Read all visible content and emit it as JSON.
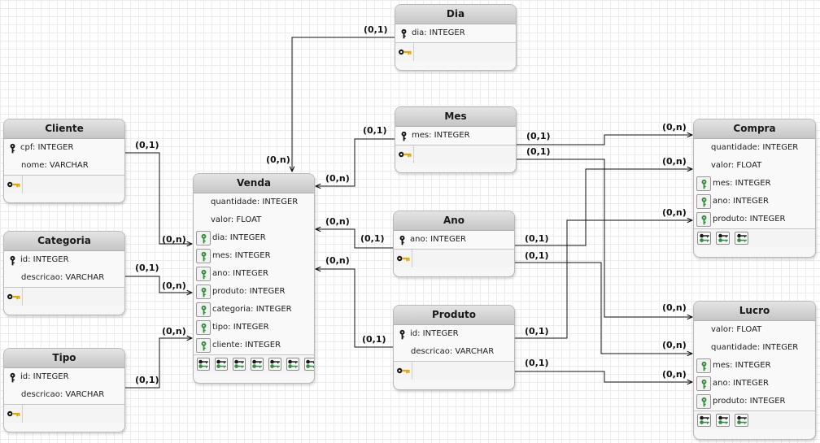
{
  "entities": {
    "dia": {
      "title": "Dia",
      "fields": [
        {
          "label": "dia: INTEGER",
          "key": "pk"
        }
      ]
    },
    "mes": {
      "title": "Mes",
      "fields": [
        {
          "label": "mes: INTEGER",
          "key": "pk"
        }
      ]
    },
    "ano": {
      "title": "Ano",
      "fields": [
        {
          "label": "ano: INTEGER",
          "key": "pk"
        }
      ]
    },
    "produto": {
      "title": "Produto",
      "fields": [
        {
          "label": "id: INTEGER",
          "key": "pk"
        },
        {
          "label": "descricao: VARCHAR",
          "key": "none"
        }
      ]
    },
    "cliente": {
      "title": "Cliente",
      "fields": [
        {
          "label": "cpf: INTEGER",
          "key": "pk"
        },
        {
          "label": "nome: VARCHAR",
          "key": "none"
        }
      ]
    },
    "categoria": {
      "title": "Categoria",
      "fields": [
        {
          "label": "id: INTEGER",
          "key": "pk"
        },
        {
          "label": "descricao: VARCHAR",
          "key": "none"
        }
      ]
    },
    "tipo": {
      "title": "Tipo",
      "fields": [
        {
          "label": "id: INTEGER",
          "key": "pk"
        },
        {
          "label": "descricao: VARCHAR",
          "key": "none"
        }
      ]
    },
    "venda": {
      "title": "Venda",
      "fields": [
        {
          "label": "quantidade: INTEGER",
          "key": "none"
        },
        {
          "label": "valor: FLOAT",
          "key": "none"
        },
        {
          "label": "dia: INTEGER",
          "key": "fk"
        },
        {
          "label": "mes: INTEGER",
          "key": "fk"
        },
        {
          "label": "ano: INTEGER",
          "key": "fk"
        },
        {
          "label": "produto: INTEGER",
          "key": "fk"
        },
        {
          "label": "categoria: INTEGER",
          "key": "fk"
        },
        {
          "label": "tipo: INTEGER",
          "key": "fk"
        },
        {
          "label": "cliente: INTEGER",
          "key": "fk"
        }
      ]
    },
    "compra": {
      "title": "Compra",
      "fields": [
        {
          "label": "quantidade: INTEGER",
          "key": "none"
        },
        {
          "label": "valor: FLOAT",
          "key": "none"
        },
        {
          "label": "mes: INTEGER",
          "key": "fk"
        },
        {
          "label": "ano: INTEGER",
          "key": "fk"
        },
        {
          "label": "produto: INTEGER",
          "key": "fk"
        }
      ]
    },
    "lucro": {
      "title": "Lucro",
      "fields": [
        {
          "label": "valor: FLOAT",
          "key": "none"
        },
        {
          "label": "quantidade: INTEGER",
          "key": "none"
        },
        {
          "label": "mes: INTEGER",
          "key": "fk"
        },
        {
          "label": "ano: INTEGER",
          "key": "fk"
        },
        {
          "label": "produto: INTEGER",
          "key": "fk"
        }
      ]
    }
  },
  "cardinalities": {
    "dia_one": "(0,1)",
    "dia_many": "(0,n)",
    "mes_one": "(0,1)",
    "mes_many": "(0,n)",
    "ano_one": "(0,1)",
    "ano_many": "(0,n)",
    "produto_one": "(0,1)",
    "produto_many": "(0,n)",
    "cliente_one": "(0,1)",
    "cliente_many": "(0,n)",
    "categoria_one": "(0,1)",
    "categoria_many": "(0,n)",
    "tipo_one": "(0,1)",
    "tipo_many": "(0,n)",
    "mes_compra_one": "(0,1)",
    "mes_compra_many": "(0,n)",
    "mes_lucro_one": "(0,1)",
    "mes_lucro_many": "(0,n)",
    "ano_compra_one": "(0,1)",
    "ano_compra_many": "(0,n)",
    "ano_lucro_one": "(0,1)",
    "ano_lucro_many": "(0,n)",
    "produto_compra_one": "(0,1)",
    "produto_compra_many": "(0,n)",
    "produto_lucro_one": "(0,1)",
    "produto_lucro_many": "(0,n)"
  },
  "colors": {
    "pk_key": "#111111",
    "fk_key": "#2f8f3a",
    "line": "#111111"
  },
  "icons": {
    "primary_key": "key-icon",
    "foreign_key": "green-key-icon",
    "pk_index": "yellow-key-icon"
  }
}
